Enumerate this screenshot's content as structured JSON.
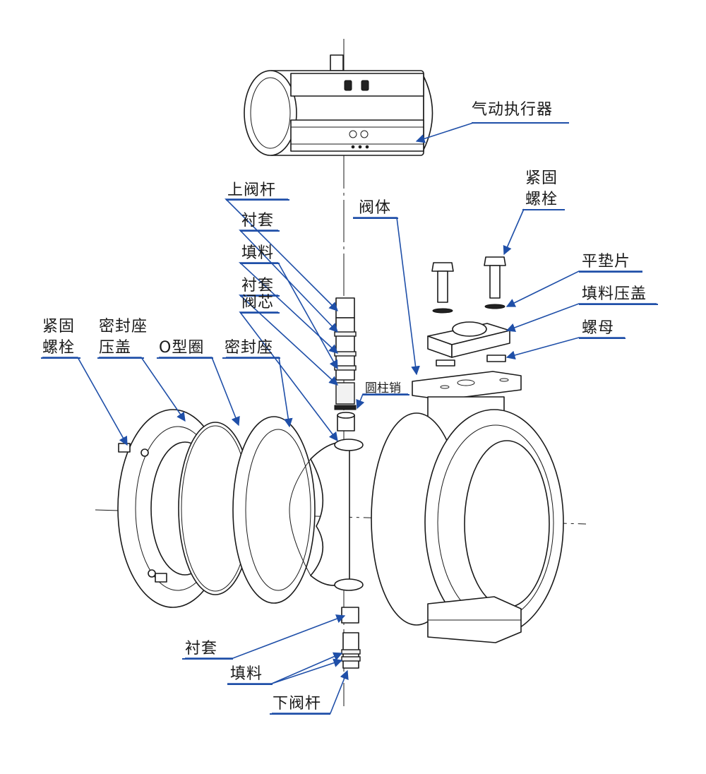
{
  "labels": {
    "actuator": "气动执行器",
    "upper_stem": "上阀杆",
    "bushing_1": "衬套",
    "packing_1": "填料",
    "bushing_2": "衬套",
    "valve_core": "阀芯",
    "valve_body": "阀体",
    "fastening_bolt_top_1": "紧固",
    "fastening_bolt_top_2": "螺栓",
    "flat_washer": "平垫片",
    "packing_gland": "填料压盖",
    "nut": "螺母",
    "fastening_bolt_left_1": "紧固",
    "fastening_bolt_left_2": "螺栓",
    "seat_gland_1": "密封座",
    "seat_gland_2": "压盖",
    "o_ring": "O型圈",
    "seal_seat": "密封座",
    "cylinder_pin": "圆柱销",
    "bushing_bottom": "衬套",
    "packing_bottom": "填料",
    "lower_stem": "下阀杆"
  },
  "colors": {
    "leader": "#1f4fa8",
    "line": "#1a1a1a",
    "background": "#ffffff"
  }
}
